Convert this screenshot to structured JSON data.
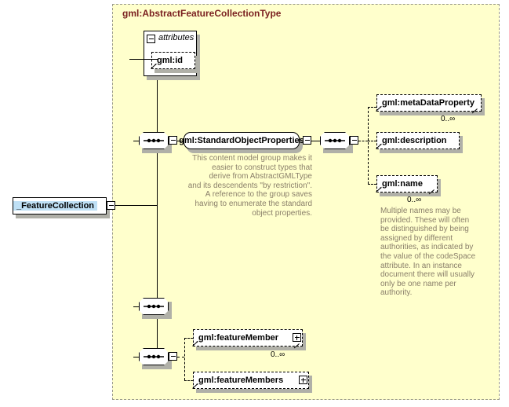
{
  "diagram": {
    "kind": "xml-schema-element-diagram",
    "background_color": "#ffffcc",
    "frame_border_color": "#9a9a8c",
    "title_color": "#7a1f1f",
    "annotation_color": "#8a7f6a",
    "selected_label_highlight": "#bfe0f5"
  },
  "type_container": {
    "title": "gml:AbstractFeatureCollectionType"
  },
  "root": {
    "label": "_FeatureCollection",
    "toggle": "minus"
  },
  "attributes_group": {
    "title": "attributes",
    "toggle": "minus",
    "items": [
      {
        "label": "gml:id",
        "style": "dashed"
      }
    ]
  },
  "standard_object_properties": {
    "label": "gml:StandardObjectProperties",
    "left_toggle": "minus",
    "right_toggle": "minus",
    "annotation": "This content model group makes it\neasier to construct types that\n      derive from AbstractGMLType\nand its descendents \"by restriction\".\n      A reference to the group saves\nhaving to enumerate the standard\nobject properties."
  },
  "property_elements": [
    {
      "label": "gml:metaDataProperty",
      "style": "dashed",
      "cardinality": "0..∞",
      "expandable": false
    },
    {
      "label": "gml:description",
      "style": "dashed",
      "cardinality": "",
      "expandable": false
    },
    {
      "label": "gml:name",
      "style": "dashed",
      "cardinality": "0..∞",
      "expandable": false,
      "annotation": "Multiple names may be\nprovided.  These will often\nbe distinguished by being\nassigned by different\nauthorities, as indicated by\nthe value of the codeSpace\nattribute.  In an instance\ndocument there will usually\nonly be one name per\nauthority."
    }
  ],
  "feature_members": [
    {
      "label": "gml:featureMember",
      "style": "dashed",
      "cardinality": "0..∞",
      "expandable": true,
      "toggle": "plus"
    },
    {
      "label": "gml:featureMembers",
      "style": "dashed",
      "cardinality": "",
      "expandable": true,
      "toggle": "plus"
    }
  ],
  "compositors": [
    {
      "name": "sequence-top",
      "icon": "sequence-icon",
      "toggle": "minus"
    },
    {
      "name": "sequence-properties",
      "icon": "sequence-icon",
      "toggle": "minus"
    },
    {
      "name": "sequence-empty",
      "icon": "sequence-icon",
      "toggle": "none"
    },
    {
      "name": "sequence-members",
      "icon": "sequence-icon",
      "toggle": "minus"
    }
  ]
}
